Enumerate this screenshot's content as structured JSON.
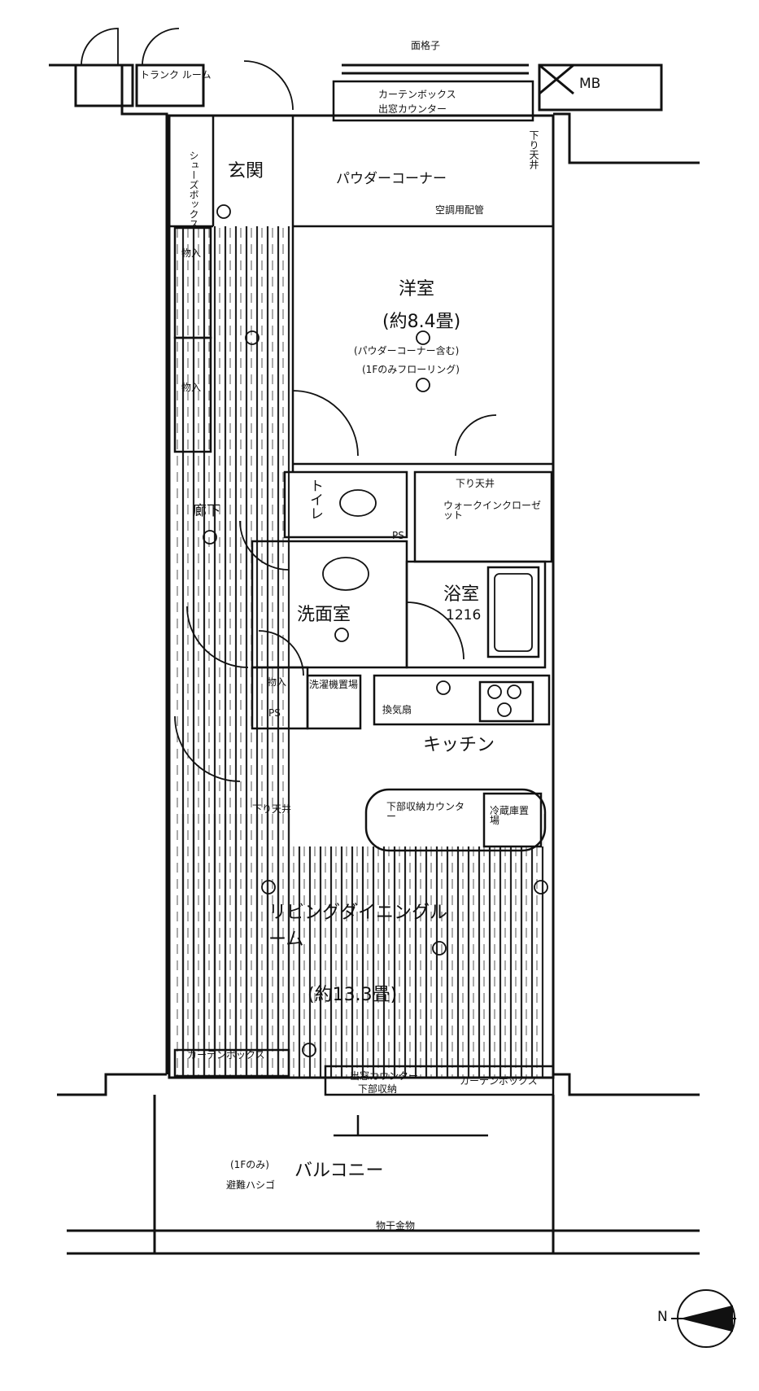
{
  "rooms": {
    "trunk_room": "トランク ルーム",
    "mb": "MB",
    "lattice": "面格子",
    "curtain_box_top": "カーテンボックス",
    "window_counter_top": "出窓カウンター",
    "shoe_box": "シューズボックス",
    "entrance": "玄関",
    "powder_corner": "パウダーコーナー",
    "ac_pipe": "空調用配管",
    "lowered_ceiling_right": "下り天井",
    "storage_1": "物入",
    "storage_2": "物入",
    "western_room": "洋室",
    "western_area": "(約8.4畳)",
    "western_note_1": "(パウダーコーナー含む)",
    "western_note_2": "(1Fのみフローリング)",
    "corridor": "廊下",
    "toilet": "トイレ",
    "ps_1": "PS",
    "lowered_ceiling_wic": "下り天井",
    "walk_in_closet": "ウォークインクローゼット",
    "bathroom": "浴室",
    "bath_size": "1216",
    "washroom": "洗面室",
    "storage_3": "物入",
    "ps_2": "PS",
    "washer_space": "洗濯機置場",
    "range_hood": "換気扇",
    "kitchen": "キッチン",
    "lowered_ceiling_lr": "下り天井",
    "counter_storage": "下部収納カウンター",
    "fridge_space": "冷蔵庫置場",
    "living_dining": "リビングダイニングルーム",
    "lr_area": "(約13.3畳)",
    "curtain_box_bottom": "カーテンボックス",
    "window_counter_bottom": "出窓カウンター",
    "lower_storage": "下部収納",
    "curtain_box_bottom_right": "カーテンボックス",
    "balcony": "バルコニー",
    "balcony_note_1": "(1Fのみ)",
    "balcony_note_2": "避難ハシゴ",
    "laundry_hanger": "物干金物"
  },
  "compass": {
    "north": "N"
  }
}
